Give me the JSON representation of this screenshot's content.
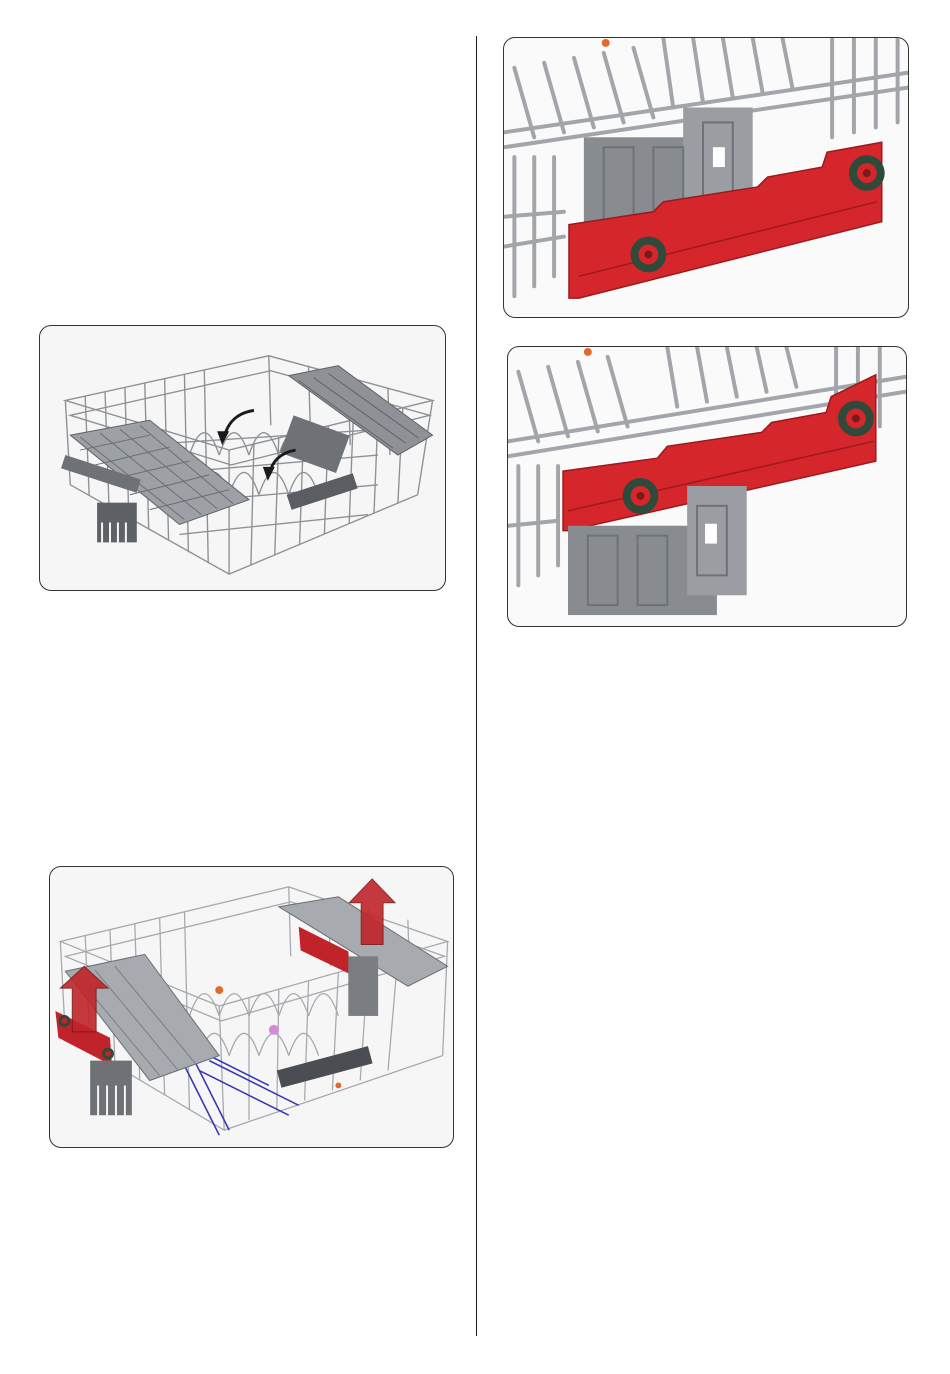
{
  "page": {
    "background": "#ffffff",
    "divider_color": "#1a1a1a"
  },
  "figures": [
    {
      "id": "fig-upper-basket-flaps",
      "icon": "dish-rack-icon",
      "accent": "#1a1a1a"
    },
    {
      "id": "fig-upper-basket-lift",
      "icon": "dish-rack-icon",
      "accent": "#c0242a"
    },
    {
      "id": "fig-height-adjuster-low",
      "icon": "rack-adjuster-icon",
      "accent": "#d4262b"
    },
    {
      "id": "fig-height-adjuster-high",
      "icon": "rack-adjuster-icon",
      "accent": "#d4262b"
    }
  ],
  "colors": {
    "wire": "#8e9296",
    "plastic_grey": "#707478",
    "adjuster_red": "#d4262b",
    "wheel_green": "#2f4a3a",
    "arrow_red": "#c0242a",
    "basket_blue": "#3a3ab0"
  }
}
